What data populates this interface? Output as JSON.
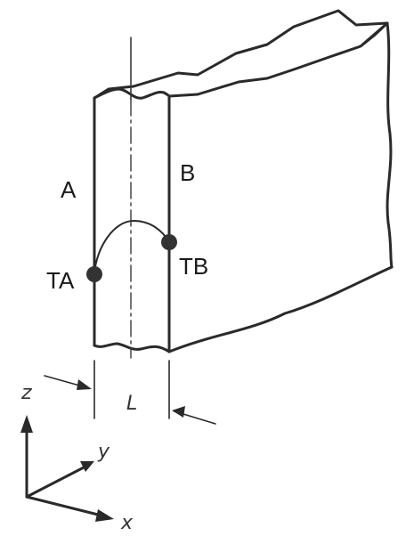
{
  "diagram": {
    "labels": {
      "wall_a": "A",
      "wall_b": "B",
      "temp_a": "TA",
      "temp_b": "TB",
      "thickness": "L"
    },
    "axes": {
      "z": "z",
      "y": "y",
      "x": "x"
    }
  },
  "colors": {
    "ink": "#2a2a2a",
    "point": "#333333"
  }
}
